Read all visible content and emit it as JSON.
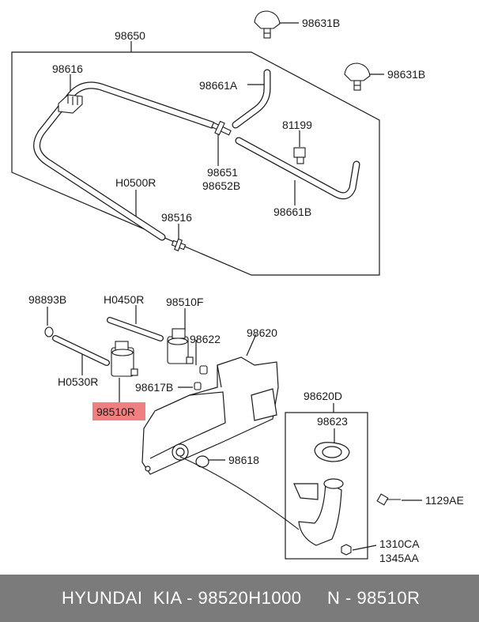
{
  "labels": {
    "p98650": "98650",
    "p98631B_top": "98631B",
    "p98631B_right": "98631B",
    "p98616": "98616",
    "p98661A": "98661A",
    "p81199": "81199",
    "p98651": "98651",
    "p98652B": "98652B",
    "pH0500R": "H0500R",
    "p98661B": "98661B",
    "p98516": "98516",
    "p98893B": "98893B",
    "pH0450R": "H0450R",
    "p98510F": "98510F",
    "p98622": "98622",
    "p98620": "98620",
    "pH0530R": "H0530R",
    "p98617B": "98617B",
    "p98510R": "98510R",
    "p98620D": "98620D",
    "p98623": "98623",
    "p98618": "98618",
    "p1129AE": "1129AE",
    "p1310CA": "1310CA",
    "p1345AA": "1345AA"
  },
  "highlight_color": "#f08080",
  "footer": {
    "left": "HYUNDAI  KIA - 98520H1000",
    "right": "N - 98510R"
  }
}
